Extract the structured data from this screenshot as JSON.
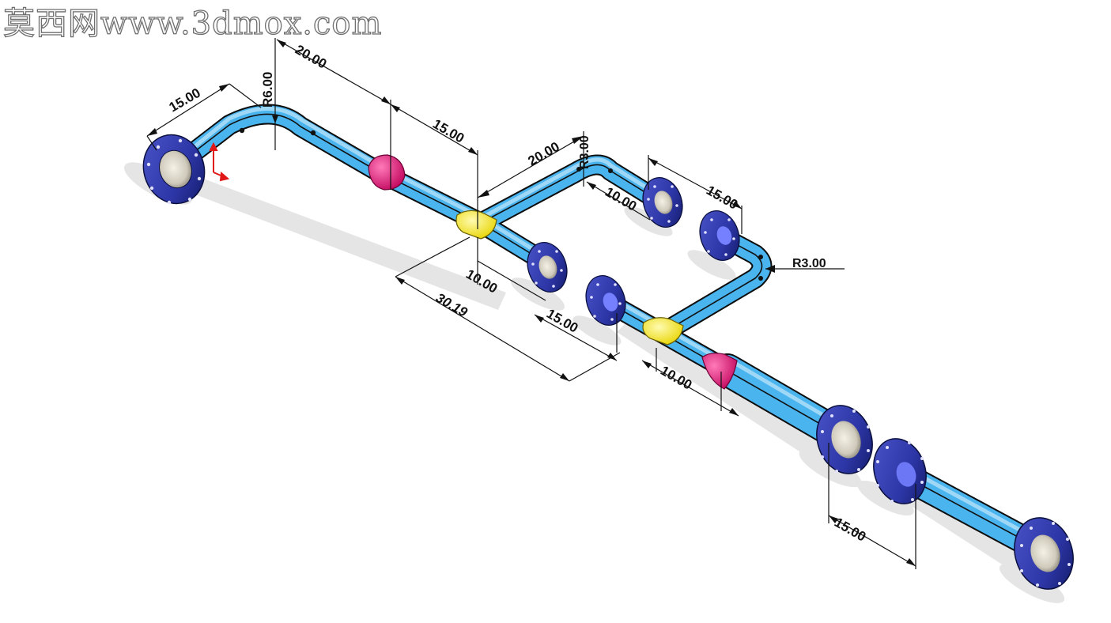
{
  "watermark": "莫西网www.3dmox.com",
  "colors": {
    "pipe": "#49b4ee",
    "pipe_light": "#a9dbf7",
    "pipe_edge": "#0c0c0c",
    "flange": "#2d36a6",
    "flange_dark": "#121a66",
    "flange_face": "#d9d5c8",
    "tee": "#fff12b",
    "reducer": "#e8157a",
    "shadow": "#d6d6d6"
  },
  "dimensions": {
    "d_15_top": "15.00",
    "r_6": "R6.00",
    "d_20_top": "20.00",
    "d_15_mid": "15.00",
    "d_20_branch": "20.00",
    "r_3_branch": "R3.00",
    "d_10_branch": "10.00",
    "d_15_right": "15.00",
    "r_3_right": "R3.00",
    "d_10_tee": "10.00",
    "d_30_19": "30.19",
    "d_15_lower": "15.00",
    "d_10_lower": "10.00",
    "d_15_bottom": "15.00"
  }
}
